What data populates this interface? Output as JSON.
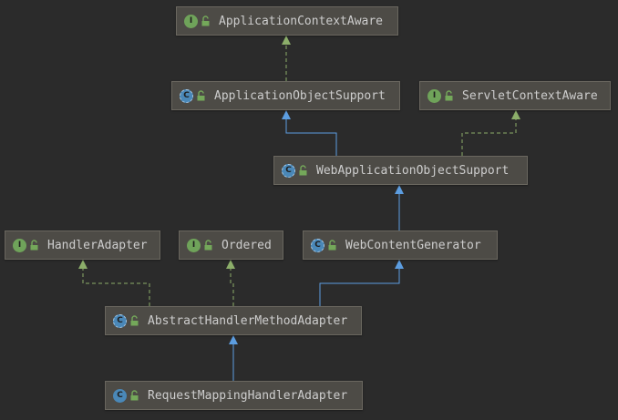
{
  "colors": {
    "background": "#2b2b2b",
    "node_fill": "#4d4b46",
    "node_border": "#6a675f",
    "text": "#cdcdcd",
    "implements_edge": "#8cae6a",
    "extends_edge": "#5c9de0",
    "interface_badge": "#6fa35a",
    "class_badge": "#4a88b8"
  },
  "nodes": [
    {
      "id": "application-context-aware",
      "label": "ApplicationContextAware",
      "kind": "interface",
      "kind_letter": "I",
      "icon": "public-lock-icon"
    },
    {
      "id": "application-object-support",
      "label": "ApplicationObjectSupport",
      "kind": "abstract",
      "kind_letter": "C",
      "icon": "public-lock-icon"
    },
    {
      "id": "servlet-context-aware",
      "label": "ServletContextAware",
      "kind": "interface",
      "kind_letter": "I",
      "icon": "public-lock-icon"
    },
    {
      "id": "web-application-object-support",
      "label": "WebApplicationObjectSupport",
      "kind": "abstract",
      "kind_letter": "C",
      "icon": "public-lock-icon"
    },
    {
      "id": "handler-adapter",
      "label": "HandlerAdapter",
      "kind": "interface",
      "kind_letter": "I",
      "icon": "public-lock-icon"
    },
    {
      "id": "ordered",
      "label": "Ordered",
      "kind": "interface",
      "kind_letter": "I",
      "icon": "public-lock-icon"
    },
    {
      "id": "web-content-generator",
      "label": "WebContentGenerator",
      "kind": "abstract",
      "kind_letter": "C",
      "icon": "public-lock-icon"
    },
    {
      "id": "abstract-handler-method-adapter",
      "label": "AbstractHandlerMethodAdapter",
      "kind": "abstract",
      "kind_letter": "C",
      "icon": "public-lock-icon"
    },
    {
      "id": "request-mapping-handler-adapter",
      "label": "RequestMappingHandlerAdapter",
      "kind": "class",
      "kind_letter": "C",
      "icon": "public-lock-icon"
    }
  ],
  "edges": [
    {
      "from": "application-object-support",
      "to": "application-context-aware",
      "type": "implements"
    },
    {
      "from": "web-application-object-support",
      "to": "application-object-support",
      "type": "extends"
    },
    {
      "from": "web-application-object-support",
      "to": "servlet-context-aware",
      "type": "implements"
    },
    {
      "from": "web-content-generator",
      "to": "web-application-object-support",
      "type": "extends"
    },
    {
      "from": "abstract-handler-method-adapter",
      "to": "handler-adapter",
      "type": "implements"
    },
    {
      "from": "abstract-handler-method-adapter",
      "to": "ordered",
      "type": "implements"
    },
    {
      "from": "abstract-handler-method-adapter",
      "to": "web-content-generator",
      "type": "extends"
    },
    {
      "from": "request-mapping-handler-adapter",
      "to": "abstract-handler-method-adapter",
      "type": "extends"
    }
  ]
}
